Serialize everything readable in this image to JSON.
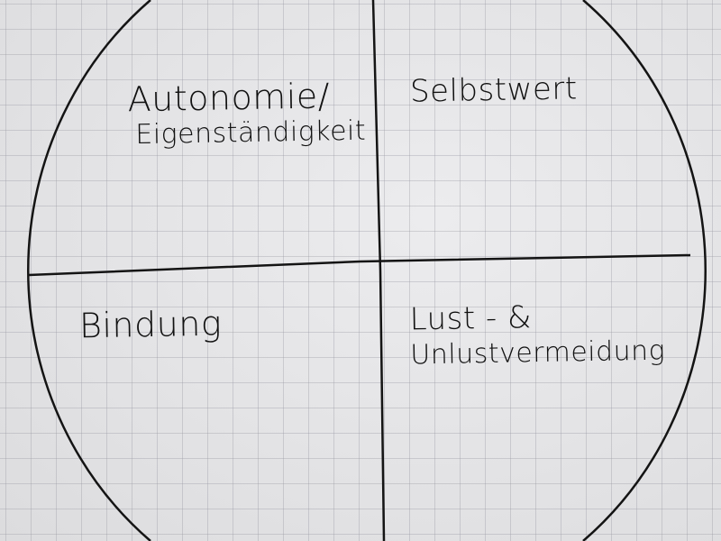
{
  "quadrants": {
    "top_left": {
      "line1": "Autonomie/",
      "line2": "Eigenständigkeit"
    },
    "top_right": {
      "line1": "Selbstwert"
    },
    "bottom_left": {
      "line1": "Bindung"
    },
    "bottom_right": {
      "line1": "Lust - &",
      "line2": "Unlustvermeidung"
    }
  },
  "colors": {
    "ink": "#111111",
    "paper": "#e2e2e4"
  }
}
